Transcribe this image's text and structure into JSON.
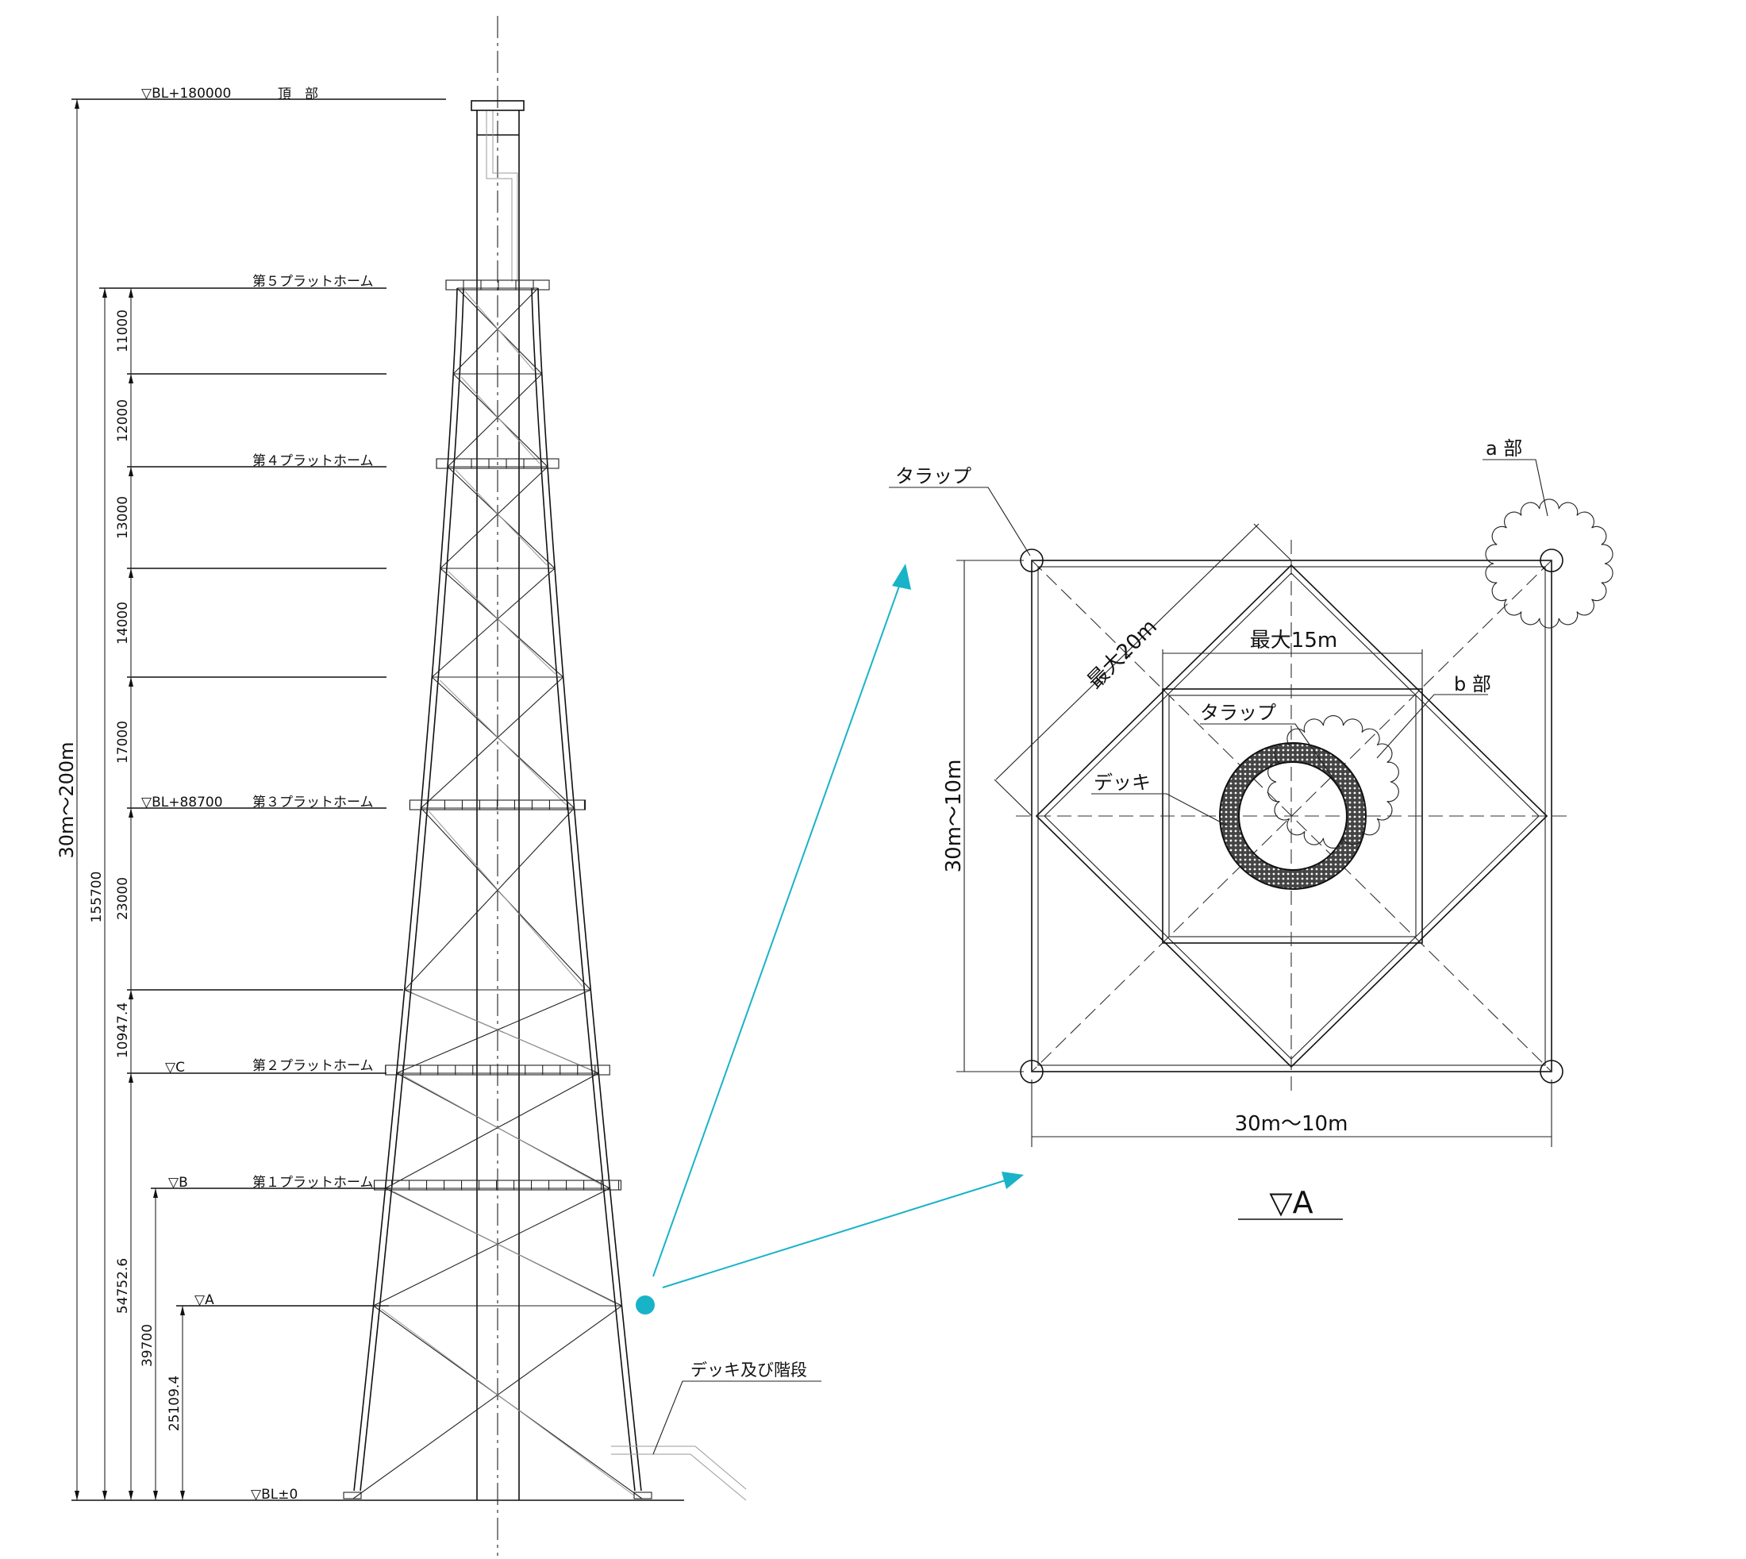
{
  "elevation": {
    "top_level": "▽BL+180000",
    "top_label": "頂　部",
    "platform5": "第５プラットホーム",
    "platform4": "第４プラットホーム",
    "platform3_level": "▽BL+88700",
    "platform3": "第３プラットホーム",
    "platform2_level": "▽C",
    "platform2": "第２プラットホーム",
    "platform1_level": "▽B",
    "platform1": "第１プラットホーム",
    "level_a": "▽A",
    "base_level": "▽BL±0",
    "deck_stairs_label": "デッキ及び階段",
    "dims": {
      "overall": "30m～200m",
      "total": "155700",
      "d1": "11000",
      "d2": "12000",
      "d3": "13000",
      "d4": "14000",
      "d5": "17000",
      "d6": "23000",
      "d7": "10947.4",
      "d8": "54752.6",
      "d9": "39700",
      "d10": "25109.4"
    }
  },
  "plan": {
    "ladder_label_corner": "タラップ",
    "ladder_label_center": "タラップ",
    "detail_a": "a 部",
    "detail_b": "b 部",
    "max_20": "最大20m",
    "max_15": "最大15m",
    "deck": "デッキ",
    "width_vertical": "30m～10m",
    "width_horizontal": "30m～10m",
    "section_title": "▽A"
  },
  "colors": {
    "callout": "#19b3c8"
  }
}
